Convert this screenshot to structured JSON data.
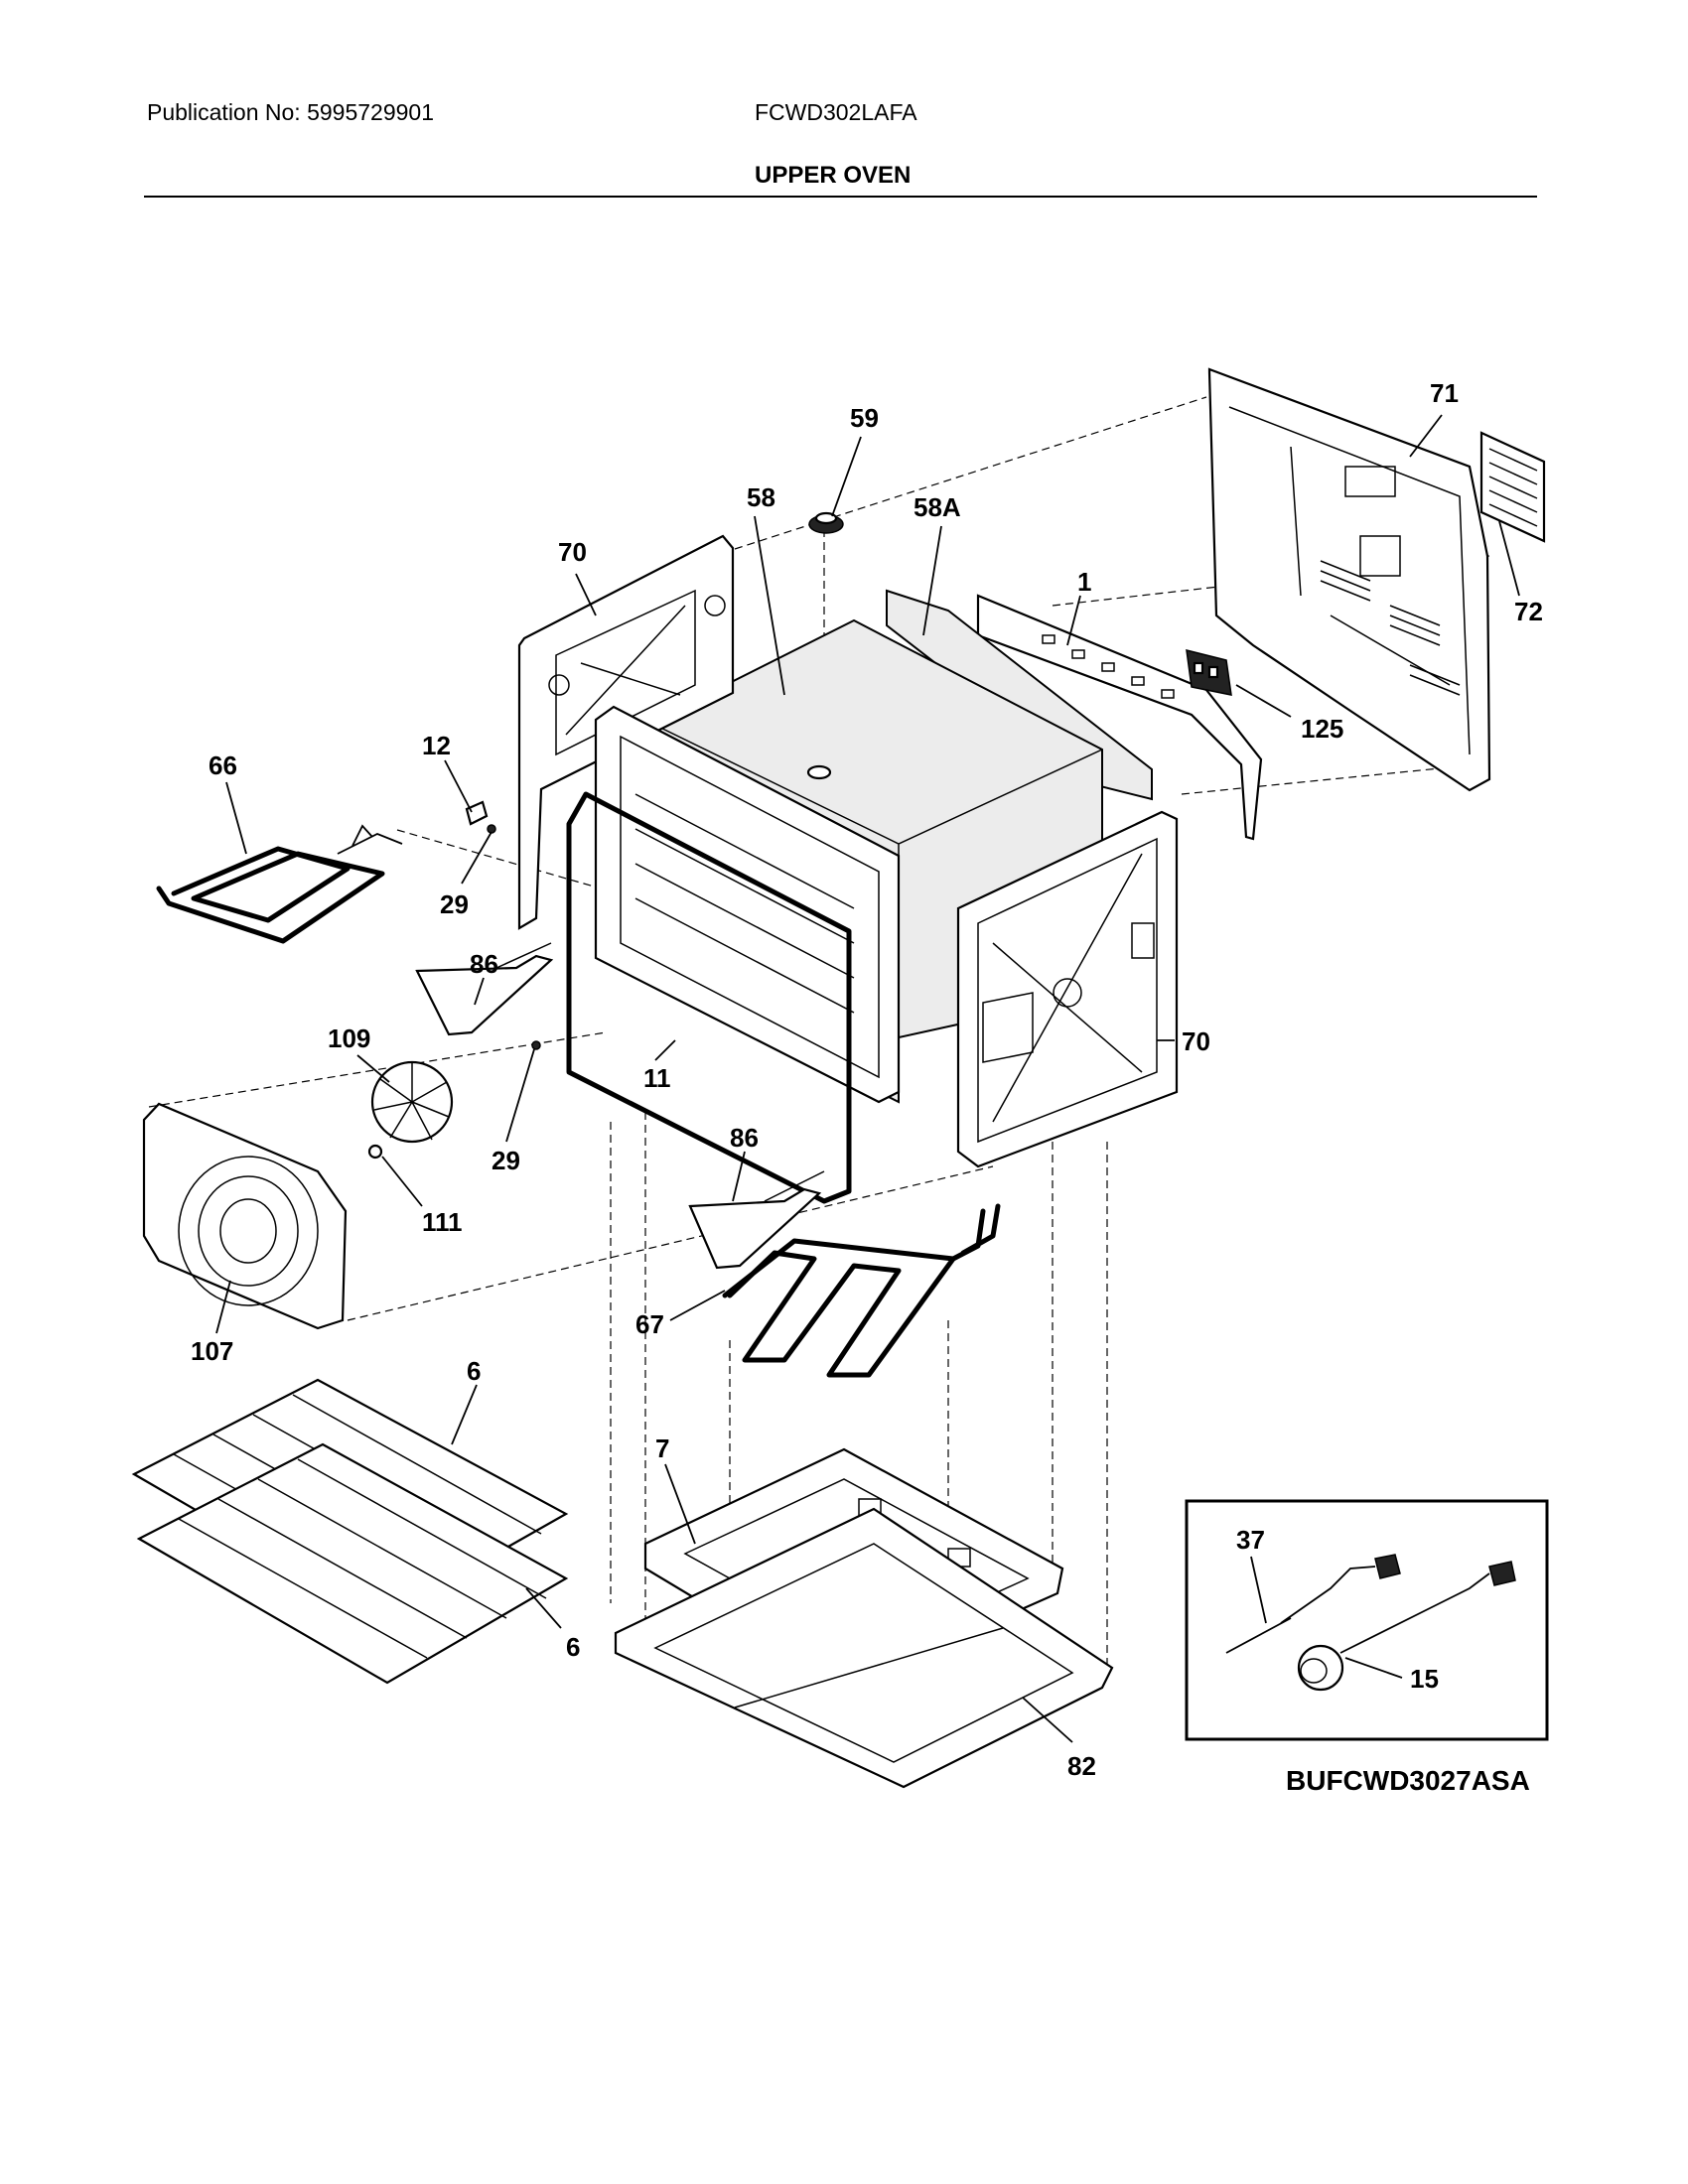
{
  "header": {
    "publication": "Publication No: 5995729901",
    "model": "FCWD302LAFA",
    "title": "UPPER OVEN"
  },
  "diagram": {
    "code": "BUFCWD3027ASA",
    "callouts": {
      "c59": "59",
      "c58": "58",
      "c58a": "58A",
      "c71": "71",
      "c72": "72",
      "c70a": "70",
      "c70b": "70",
      "c1": "1",
      "c125": "125",
      "c66": "66",
      "c12": "12",
      "c29a": "29",
      "c29b": "29",
      "c86a": "86",
      "c86b": "86",
      "c109": "109",
      "c11": "11",
      "c111": "111",
      "c107": "107",
      "c67": "67",
      "c6a": "6",
      "c6b": "6",
      "c7": "7",
      "c82": "82",
      "c37": "37",
      "c15": "15"
    }
  }
}
